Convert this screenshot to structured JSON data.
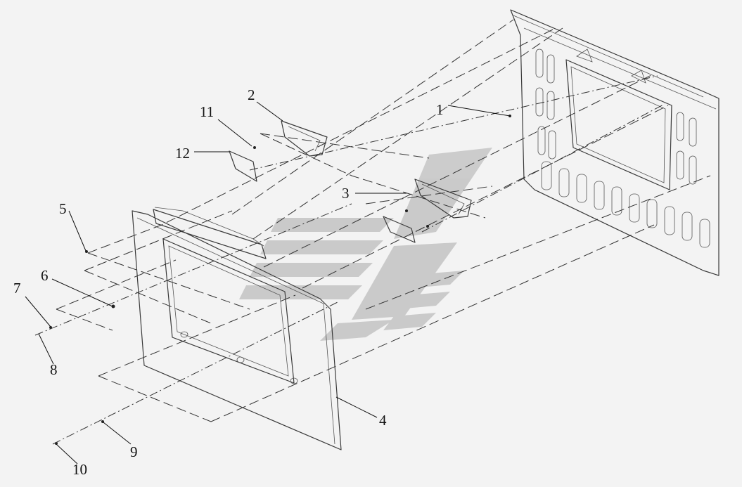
{
  "diagram": {
    "callouts": [
      {
        "id": "1",
        "label": "1"
      },
      {
        "id": "2",
        "label": "2"
      },
      {
        "id": "3",
        "label": "3"
      },
      {
        "id": "4",
        "label": "4"
      },
      {
        "id": "5",
        "label": "5"
      },
      {
        "id": "6",
        "label": "6"
      },
      {
        "id": "7",
        "label": "7"
      },
      {
        "id": "8",
        "label": "8"
      },
      {
        "id": "9",
        "label": "9"
      },
      {
        "id": "10",
        "label": "10"
      },
      {
        "id": "11",
        "label": "11"
      },
      {
        "id": "12",
        "label": "12"
      }
    ],
    "colors": {
      "background": "#f3f3f3",
      "line": "#3a3a3a",
      "watermark": "#c4c4c4"
    }
  }
}
